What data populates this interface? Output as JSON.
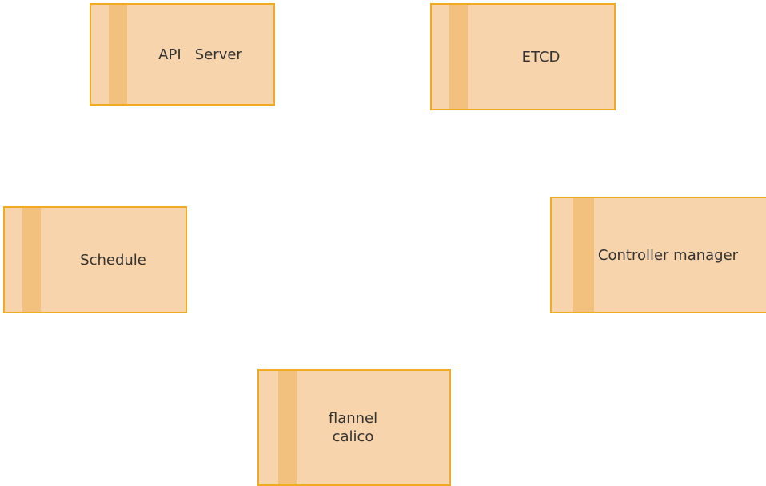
{
  "diagram": {
    "nodes": [
      {
        "id": "api-server",
        "lines": [
          "API   Server"
        ]
      },
      {
        "id": "etcd",
        "lines": [
          "ETCD"
        ]
      },
      {
        "id": "schedule",
        "lines": [
          "Schedule"
        ]
      },
      {
        "id": "controller-manager",
        "lines": [
          "Controller manager"
        ]
      },
      {
        "id": "network",
        "lines": [
          "flannel",
          "calico"
        ]
      }
    ],
    "colors": {
      "fill": "#f7d4ab",
      "stripe": "#f3c17e",
      "border": "#f2aa22",
      "text": "#333333"
    }
  }
}
